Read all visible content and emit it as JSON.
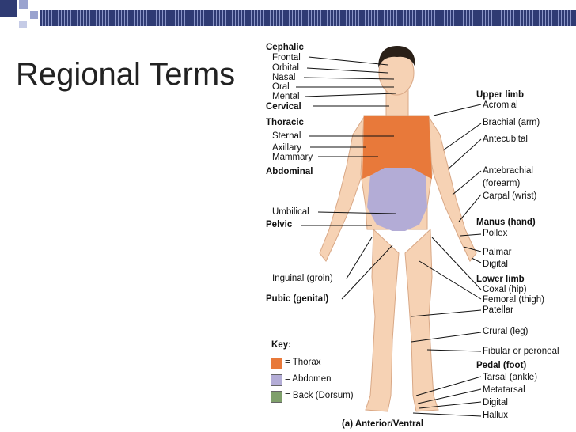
{
  "slide": {
    "title": "Regional Terms"
  },
  "figure": {
    "caption": "(a) Anterior/Ventral",
    "left_labels": {
      "cephalic": "Cephalic",
      "frontal": "Frontal",
      "orbital": "Orbital",
      "nasal": "Nasal",
      "oral": "Oral",
      "mental": "Mental",
      "cervical": "Cervical",
      "thoracic": "Thoracic",
      "sternal": "Sternal",
      "axillary": "Axillary",
      "mammary": "Mammary",
      "abdominal": "Abdominal",
      "umbilical": "Umbilical",
      "pelvic": "Pelvic",
      "inguinal": "Inguinal (groin)",
      "pubic": "Pubic (genital)"
    },
    "right_labels": {
      "upper_limb": "Upper limb",
      "acromial": "Acromial",
      "brachial": "Brachial (arm)",
      "antecubital": "Antecubital",
      "antebrachial": "Antebrachial",
      "forearm": "(forearm)",
      "carpal": "Carpal (wrist)",
      "manus": "Manus (hand)",
      "pollex": "Pollex",
      "palmar": "Palmar",
      "digital_hand": "Digital",
      "lower_limb": "Lower limb",
      "coxal": "Coxal (hip)",
      "femoral": "Femoral (thigh)",
      "patellar": "Patellar",
      "crural": "Crural (leg)",
      "fibular": "Fibular or peroneal",
      "pedal": "Pedal (foot)",
      "tarsal": "Tarsal (ankle)",
      "metatarsal": "Metatarsal",
      "digital_foot": "Digital",
      "hallux": "Hallux"
    },
    "key": {
      "title": "Key:",
      "items": [
        {
          "label": "= Thorax",
          "color": "#e8793a"
        },
        {
          "label": "= Abdomen",
          "color": "#b3acd6"
        },
        {
          "label": "= Back (Dorsum)",
          "color": "#7fa06b"
        }
      ]
    },
    "colors": {
      "skin": "#f6d2b4",
      "skin_outline": "#d9a886",
      "hair": "#2a2018",
      "line": "#111111"
    }
  }
}
